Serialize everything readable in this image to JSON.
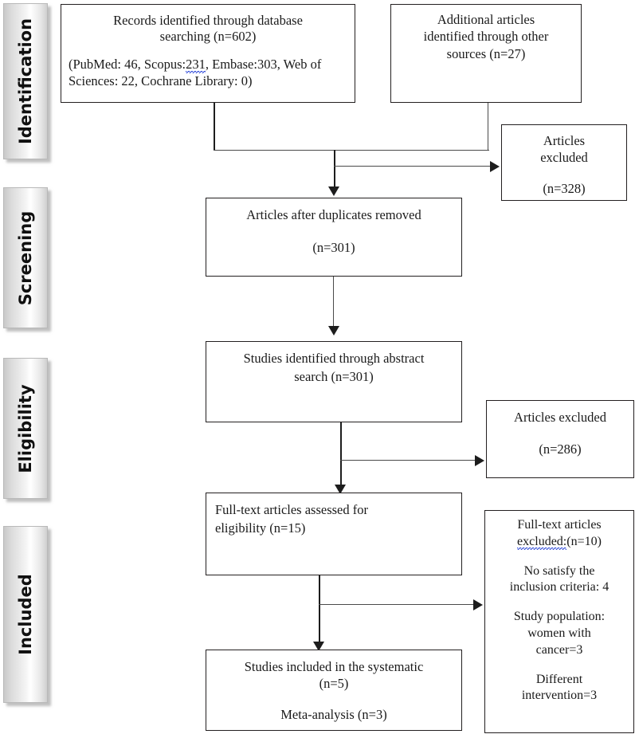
{
  "diagram": {
    "title": "PRISMA study selection flow diagram",
    "type": "prisma-flow-diagram"
  },
  "phases": [
    {
      "id": "identification",
      "label": "Identification"
    },
    {
      "id": "screening",
      "label": "Screening"
    },
    {
      "id": "eligibility",
      "label": "Eligibility"
    },
    {
      "id": "included",
      "label": "Included"
    }
  ],
  "boxes": {
    "records_identified": {
      "line1": "Records identified through database",
      "line2": "searching (n=602)",
      "line3a": "(PubMed: 46, Scopus:",
      "line3b": "231",
      "line3c": ", Embase:303, Web of Sciences: 22, Cochrane Library: 0)"
    },
    "additional_articles": {
      "line1": "Additional articles",
      "line2": "identified through other",
      "line3": "sources (n=27)"
    },
    "excluded_328": {
      "line1": "Articles",
      "line2": "excluded",
      "line3": "(n=328)"
    },
    "duplicates_removed": {
      "line1": "Articles after duplicates removed",
      "line2": "(n=301)"
    },
    "abstract_search": {
      "line1": "Studies identified through abstract",
      "line2": "search (n=301)"
    },
    "excluded_286": {
      "line1": "Articles excluded",
      "line2": "(n=286)"
    },
    "fulltext_assessed": {
      "line1": "Full-text articles assessed for",
      "line2": "eligibility (n=15)"
    },
    "fulltext_excluded": {
      "head1": "Full-text articles",
      "head2a": "excluded:",
      "head2b": "(n=10)",
      "reason1_line1": "No satisfy the",
      "reason1_line2": "inclusion criteria: 4",
      "reason2_line1": "Study population:",
      "reason2_line2": "women with",
      "reason2_line3": "cancer=3",
      "reason3_line1": "Different",
      "reason3_line2": "intervention=3"
    },
    "included_final": {
      "line1": "Studies included in the systematic",
      "line2": "(n=5)",
      "line3": "Meta-analysis (n=3)"
    }
  }
}
